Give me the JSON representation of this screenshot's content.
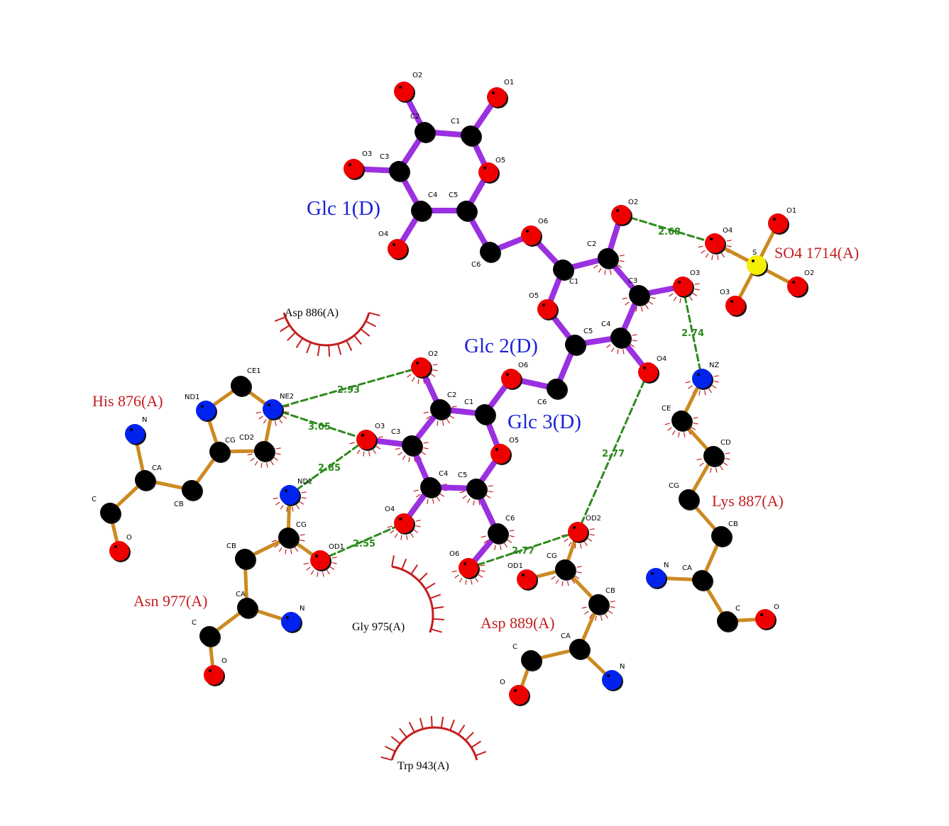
{
  "colors": {
    "ligand_bond": "#9a30e0",
    "residue_bond": "#cc8a22",
    "hbond": "#2e8a1e",
    "carbon": "#000000",
    "oxygen": "#ee0000",
    "nitrogen": "#0022ee",
    "sulfur": "#f4f000",
    "residue_label": "#c41e1e",
    "ligand_label": "#1a22d6",
    "hydrophobic": "#c41e1e"
  },
  "ligand_labels": [
    {
      "id": "glc1",
      "text": "Glc 1(D)"
    },
    {
      "id": "glc2",
      "text": "Glc 2(D)"
    },
    {
      "id": "glc3",
      "text": "Glc 3(D)"
    }
  ],
  "residue_labels": [
    {
      "id": "so4",
      "text": "SO4 1714(A)"
    },
    {
      "id": "his876",
      "text": "His 876(A)"
    },
    {
      "id": "lys887",
      "text": "Lys 887(A)"
    },
    {
      "id": "asn977",
      "text": "Asn 977(A)"
    },
    {
      "id": "asp889",
      "text": "Asp 889(A)"
    }
  ],
  "hydrophobic_labels": [
    {
      "id": "asp886",
      "text": "Asp 886(A)"
    },
    {
      "id": "gly975",
      "text": "Gly 975(A)"
    },
    {
      "id": "trp943",
      "text": "Trp 943(A)"
    }
  ],
  "hbond_labels": [
    {
      "id": "hb1",
      "text": "2.68"
    },
    {
      "id": "hb2",
      "text": "2.74"
    },
    {
      "id": "hb3",
      "text": "2.93"
    },
    {
      "id": "hb4",
      "text": "3.05"
    },
    {
      "id": "hb5",
      "text": "2.85"
    },
    {
      "id": "hb6",
      "text": "2.55"
    },
    {
      "id": "hb7",
      "text": "2.77"
    },
    {
      "id": "hb8",
      "text": "2.77"
    }
  ],
  "atoms": [
    {
      "id": "g1O2",
      "el": "O",
      "label": "O2"
    },
    {
      "id": "g1O1",
      "el": "O",
      "label": "O1"
    },
    {
      "id": "g1C2",
      "el": "C",
      "label": "C2"
    },
    {
      "id": "g1C1",
      "el": "C",
      "label": "C1"
    },
    {
      "id": "g1O3",
      "el": "O",
      "label": "O3"
    },
    {
      "id": "g1C3",
      "el": "C",
      "label": "C3"
    },
    {
      "id": "g1O5",
      "el": "O",
      "label": "O5"
    },
    {
      "id": "g1C4",
      "el": "C",
      "label": "C4"
    },
    {
      "id": "g1C5",
      "el": "C",
      "label": "C5"
    },
    {
      "id": "g1O4",
      "el": "O",
      "label": "O4"
    },
    {
      "id": "g1C6",
      "el": "C",
      "label": "C6"
    },
    {
      "id": "g2O6",
      "el": "O",
      "label": "O6"
    },
    {
      "id": "g2C1",
      "el": "C",
      "label": "C1"
    },
    {
      "id": "g2C2",
      "el": "C",
      "label": "C2"
    },
    {
      "id": "g2O2",
      "el": "O",
      "label": "O2"
    },
    {
      "id": "g2C3",
      "el": "C",
      "label": "C3"
    },
    {
      "id": "g2O3",
      "el": "O",
      "label": "O3"
    },
    {
      "id": "g2O5",
      "el": "O",
      "label": "O5"
    },
    {
      "id": "g2C5",
      "el": "C",
      "label": "C5"
    },
    {
      "id": "g2C4",
      "el": "C",
      "label": "C4"
    },
    {
      "id": "g2O4",
      "el": "O",
      "label": "O4"
    },
    {
      "id": "g2C6",
      "el": "C",
      "label": "C6"
    },
    {
      "id": "g3O6",
      "el": "O",
      "label": "O6"
    },
    {
      "id": "g3O2",
      "el": "O",
      "label": "O2"
    },
    {
      "id": "g3C2",
      "el": "C",
      "label": "C2"
    },
    {
      "id": "g3C1",
      "el": "C",
      "label": "C1"
    },
    {
      "id": "g3O3",
      "el": "O",
      "label": "O3"
    },
    {
      "id": "g3C3",
      "el": "C",
      "label": "C3"
    },
    {
      "id": "g3O5",
      "el": "O",
      "label": "O5"
    },
    {
      "id": "g3C4",
      "el": "C",
      "label": "C4"
    },
    {
      "id": "g3C5",
      "el": "C",
      "label": "C5"
    },
    {
      "id": "g3O4",
      "el": "O",
      "label": "O4"
    },
    {
      "id": "g3C6",
      "el": "C",
      "label": "C6"
    },
    {
      "id": "g3O6b",
      "el": "O",
      "label": "O6"
    },
    {
      "id": "sO4",
      "el": "O",
      "label": "O4"
    },
    {
      "id": "sO1",
      "el": "O",
      "label": "O1"
    },
    {
      "id": "sS",
      "el": "S",
      "label": "S"
    },
    {
      "id": "sO2",
      "el": "O",
      "label": "O2"
    },
    {
      "id": "sO3",
      "el": "O",
      "label": "O3"
    },
    {
      "id": "hCE1",
      "el": "C",
      "label": "CE1"
    },
    {
      "id": "hND1",
      "el": "N",
      "label": "ND1"
    },
    {
      "id": "hNE2",
      "el": "N",
      "label": "NE2"
    },
    {
      "id": "hCG",
      "el": "C",
      "label": "CG"
    },
    {
      "id": "hCD2",
      "el": "C",
      "label": "CD2"
    },
    {
      "id": "hN",
      "el": "N",
      "label": "N"
    },
    {
      "id": "hCA",
      "el": "C",
      "label": "CA"
    },
    {
      "id": "hCB",
      "el": "C",
      "label": "CB"
    },
    {
      "id": "hC",
      "el": "C",
      "label": "C"
    },
    {
      "id": "hO",
      "el": "O",
      "label": "O"
    },
    {
      "id": "kNZ",
      "el": "N",
      "label": "NZ"
    },
    {
      "id": "kCE",
      "el": "C",
      "label": "CE"
    },
    {
      "id": "kCD",
      "el": "C",
      "label": "CD"
    },
    {
      "id": "kCG",
      "el": "C",
      "label": "CG"
    },
    {
      "id": "kCB",
      "el": "C",
      "label": "CB"
    },
    {
      "id": "kN",
      "el": "N",
      "label": "N"
    },
    {
      "id": "kCA",
      "el": "C",
      "label": "CA"
    },
    {
      "id": "kC",
      "el": "C",
      "label": "C"
    },
    {
      "id": "kO",
      "el": "O",
      "label": "O"
    },
    {
      "id": "nND2",
      "el": "N",
      "label": "ND2"
    },
    {
      "id": "nCG",
      "el": "C",
      "label": "CG"
    },
    {
      "id": "nCB",
      "el": "C",
      "label": "CB"
    },
    {
      "id": "nOD1",
      "el": "O",
      "label": "OD1"
    },
    {
      "id": "nCA",
      "el": "C",
      "label": "CA"
    },
    {
      "id": "nN",
      "el": "N",
      "label": "N"
    },
    {
      "id": "nC",
      "el": "C",
      "label": "C"
    },
    {
      "id": "nO",
      "el": "O",
      "label": "O"
    },
    {
      "id": "dOD2",
      "el": "O",
      "label": "OD2"
    },
    {
      "id": "dOD1",
      "el": "O",
      "label": "OD1"
    },
    {
      "id": "dCG",
      "el": "C",
      "label": "CG"
    },
    {
      "id": "dCB",
      "el": "C",
      "label": "CB"
    },
    {
      "id": "dCA",
      "el": "C",
      "label": "CA"
    },
    {
      "id": "dC",
      "el": "C",
      "label": "C"
    },
    {
      "id": "dN",
      "el": "N",
      "label": "N"
    },
    {
      "id": "dO",
      "el": "O",
      "label": "O"
    }
  ],
  "ligand_bonds": [
    [
      "g1O2",
      "g1C2"
    ],
    [
      "g1C2",
      "g1C1"
    ],
    [
      "g1C1",
      "g1O1"
    ],
    [
      "g1C1",
      "g1O5"
    ],
    [
      "g1O5",
      "g1C5"
    ],
    [
      "g1C5",
      "g1C4"
    ],
    [
      "g1C4",
      "g1C3"
    ],
    [
      "g1C3",
      "g1C2"
    ],
    [
      "g1C3",
      "g1O3"
    ],
    [
      "g1C4",
      "g1O4"
    ],
    [
      "g1C5",
      "g1C6"
    ],
    [
      "g1C6",
      "g2O6"
    ],
    [
      "g2O6",
      "g2C1"
    ],
    [
      "g2C1",
      "g2C2"
    ],
    [
      "g2C2",
      "g2O2"
    ],
    [
      "g2C2",
      "g2C3"
    ],
    [
      "g2C3",
      "g2O3"
    ],
    [
      "g2C3",
      "g2C4"
    ],
    [
      "g2C4",
      "g2O4"
    ],
    [
      "g2C4",
      "g2C5"
    ],
    [
      "g2C5",
      "g2O5"
    ],
    [
      "g2O5",
      "g2C1"
    ],
    [
      "g2C5",
      "g2C6"
    ],
    [
      "g2C6",
      "g3O6"
    ],
    [
      "g3O6",
      "g3C1"
    ],
    [
      "g3C1",
      "g3C2"
    ],
    [
      "g3C2",
      "g3O2"
    ],
    [
      "g3C2",
      "g3C3"
    ],
    [
      "g3C3",
      "g3O3"
    ],
    [
      "g3C3",
      "g3C4"
    ],
    [
      "g3C4",
      "g3O4"
    ],
    [
      "g3C4",
      "g3C5"
    ],
    [
      "g3C5",
      "g3O5"
    ],
    [
      "g3O5",
      "g3C1"
    ],
    [
      "g3C5",
      "g3C6"
    ],
    [
      "g3C6",
      "g3O6b"
    ]
  ],
  "residue_bonds": [
    [
      "sO4",
      "sS"
    ],
    [
      "sS",
      "sO1"
    ],
    [
      "sS",
      "sO2"
    ],
    [
      "sS",
      "sO3"
    ],
    [
      "hCE1",
      "hND1"
    ],
    [
      "hCE1",
      "hNE2"
    ],
    [
      "hND1",
      "hCG"
    ],
    [
      "hCG",
      "hCD2"
    ],
    [
      "hCD2",
      "hNE2"
    ],
    [
      "hCG",
      "hCB"
    ],
    [
      "hCB",
      "hCA"
    ],
    [
      "hCA",
      "hN"
    ],
    [
      "hCA",
      "hC"
    ],
    [
      "hC",
      "hO"
    ],
    [
      "kNZ",
      "kCE"
    ],
    [
      "kCE",
      "kCD"
    ],
    [
      "kCD",
      "kCG"
    ],
    [
      "kCG",
      "kCB"
    ],
    [
      "kCB",
      "kCA"
    ],
    [
      "kCA",
      "kN"
    ],
    [
      "kCA",
      "kC"
    ],
    [
      "kC",
      "kO"
    ],
    [
      "nND2",
      "nCG"
    ],
    [
      "nCG",
      "nOD1"
    ],
    [
      "nCG",
      "nCB"
    ],
    [
      "nCB",
      "nCA"
    ],
    [
      "nCA",
      "nN"
    ],
    [
      "nCA",
      "nC"
    ],
    [
      "nC",
      "nO"
    ],
    [
      "dOD2",
      "dCG"
    ],
    [
      "dCG",
      "dOD1"
    ],
    [
      "dCG",
      "dCB"
    ],
    [
      "dCB",
      "dCA"
    ],
    [
      "dCA",
      "dN"
    ],
    [
      "dCA",
      "dC"
    ],
    [
      "dC",
      "dO"
    ]
  ],
  "hbonds": [
    [
      "g2O2",
      "sO4"
    ],
    [
      "g2O3",
      "kNZ"
    ],
    [
      "hNE2",
      "g3O2"
    ],
    [
      "hNE2",
      "g3O3"
    ],
    [
      "g3O3",
      "nND2"
    ],
    [
      "nOD1",
      "g3O4"
    ],
    [
      "g2O4",
      "dOD2"
    ],
    [
      "g3O6b",
      "dOD2"
    ]
  ]
}
